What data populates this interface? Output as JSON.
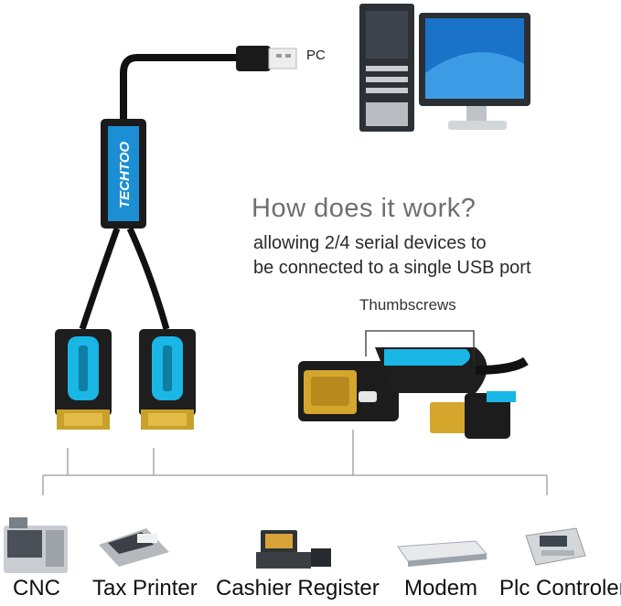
{
  "labels": {
    "pc": "PC",
    "heading": "How does it work?",
    "desc_line1": "allowing 2/4 serial devices to",
    "desc_line2": "be connected to a single USB port",
    "thumbscrews": "Thumbscrews",
    "brand": "TECHTOO"
  },
  "devices": [
    {
      "label": "CNC",
      "icon": "cnc-machine-icon"
    },
    {
      "label": "Tax Printer",
      "icon": "tax-printer-icon"
    },
    {
      "label": "Cashier Register",
      "icon": "cash-register-icon"
    },
    {
      "label": "Modem",
      "icon": "modem-icon"
    },
    {
      "label": "Plc Controler",
      "icon": "plc-controller-icon"
    }
  ],
  "colors": {
    "cable": "#111111",
    "connector_accent": "#19b6e6",
    "gold": "#d4a72c",
    "text_gray": "#6f6f6f"
  }
}
